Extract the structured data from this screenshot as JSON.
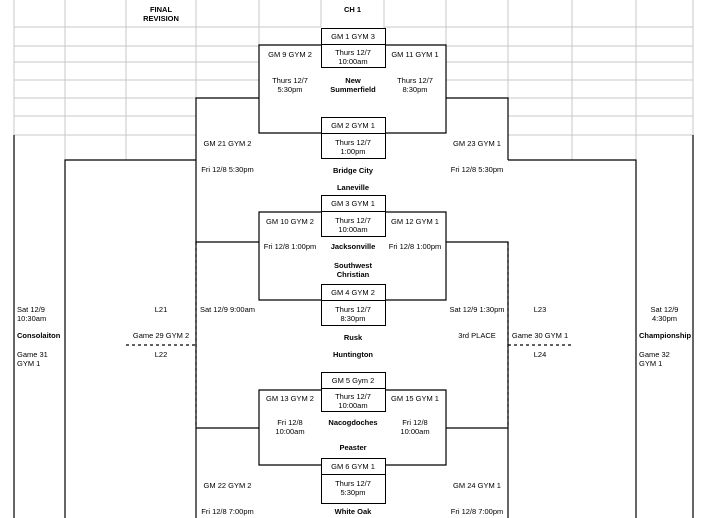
{
  "header": {
    "final_revision": "FINAL\nREVISION",
    "ch": "CH 1"
  },
  "games": {
    "gm1": {
      "label": "GM 1 GYM 3",
      "time": "Thurs 12/7\n10:00am",
      "team": "New\nSummerfield"
    },
    "gm2": {
      "label": "GM 2 GYM 1",
      "time": "Thurs 12/7\n1:00pm",
      "team": "Bridge City",
      "team2": "Laneville"
    },
    "gm3": {
      "label": "GM 3 GYM 1",
      "time": "Thurs 12/7\n10:00am",
      "team": "Jacksonville",
      "team2": "Southwest\nChristian"
    },
    "gm4": {
      "label": "GM 4 GYM 2",
      "time": "Thurs 12/7\n8:30pm",
      "team": "Rusk",
      "team2": "Huntington"
    },
    "gm5": {
      "label": "GM 5 Gym 2",
      "time": "Thurs 12/7\n10:00am",
      "team": "Nacogdoches",
      "team2": "Peaster"
    },
    "gm6": {
      "label": "GM 6 GYM 1",
      "time": "Thurs 12/7\n5:30pm",
      "team": "White Oak"
    }
  },
  "second_round": {
    "gm9": {
      "label": "GM 9 GYM 2",
      "time": "Thurs 12/7\n5:30pm"
    },
    "gm11": {
      "label": "GM 11 GYM 1",
      "time": "Thurs 12/7\n8:30pm"
    },
    "gm10": {
      "label": "GM 10 GYM 2",
      "time": "Fri 12/8 1:00pm"
    },
    "gm12": {
      "label": "GM 12 GYM 1",
      "time": "Fri 12/8 1:00pm"
    },
    "gm13": {
      "label": "GM 13 GYM 2",
      "time": "Fri 12/8\n10:00am"
    },
    "gm15": {
      "label": "GM 15 GYM 1",
      "time": "Fri 12/8\n10:00am"
    }
  },
  "third_round": {
    "gm21": {
      "label": "GM 21 GYM 2",
      "time": "Fri 12/8 5:30pm"
    },
    "gm23": {
      "label": "GM 23 GYM 1",
      "time": "Fri 12/8 5:30pm"
    },
    "gm22": {
      "label": "GM 22 GYM 2",
      "time": "Fri 12/8 7:00pm"
    },
    "gm24": {
      "label": "GM 24 GYM 1",
      "time": "Fri 12/8 7:00pm"
    },
    "left_mid_time": "Sat 12/9 9:00am",
    "right_mid_time": "Sat 12/9 1:30pm",
    "third_place": "3rd PLACE"
  },
  "left_side": {
    "time": "Sat 12/9\n10:30am",
    "consolation": "Consolaiton",
    "game31": "Game 31\nGYM 1",
    "l21": "L21",
    "game29": "Game 29 GYM  2",
    "l22": "L22"
  },
  "right_side": {
    "time": "Sat 12/9\n4:30pm",
    "championship": "Championship",
    "game32": "Game 32\nGYM 1",
    "l23": "L23",
    "game30": "Game 30 GYM 1",
    "l24": "L24"
  }
}
